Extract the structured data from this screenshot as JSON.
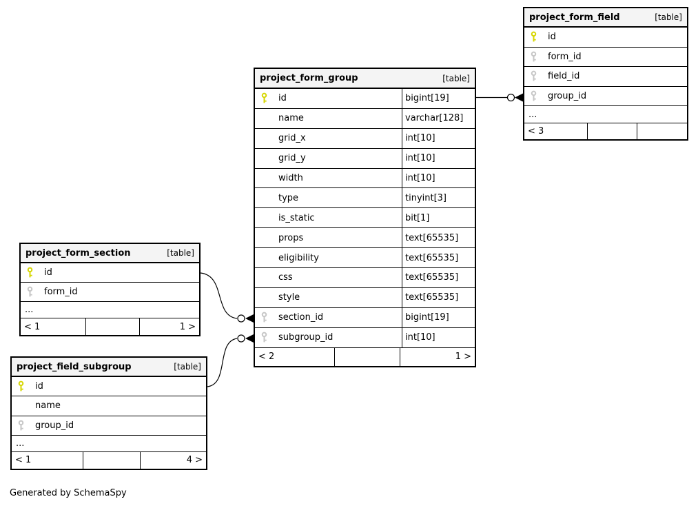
{
  "note": "Generated by SchemaSpy",
  "colors": {
    "primary_key": "#d6d600",
    "foreign_key": "#c6c6c6",
    "header_bg": "#f4f4f4",
    "border": "#000000",
    "background": "#ffffff"
  },
  "tables": [
    {
      "title": "project_form_field",
      "badge": "[table]",
      "columns": [
        {
          "name": "id",
          "key": "primary"
        },
        {
          "name": "form_id",
          "key": "foreign"
        },
        {
          "name": "field_id",
          "key": "foreign"
        },
        {
          "name": "group_id",
          "key": "foreign"
        }
      ],
      "ellipsis": "...",
      "footer": {
        "left": "< 3",
        "mid": "",
        "right": ""
      }
    },
    {
      "title": "project_form_group",
      "badge": "[table]",
      "columns": [
        {
          "name": "id",
          "key": "primary",
          "type": "bigint[19]"
        },
        {
          "name": "name",
          "key": "",
          "type": "varchar[128]"
        },
        {
          "name": "grid_x",
          "key": "",
          "type": "int[10]"
        },
        {
          "name": "grid_y",
          "key": "",
          "type": "int[10]"
        },
        {
          "name": "width",
          "key": "",
          "type": "int[10]"
        },
        {
          "name": "type",
          "key": "",
          "type": "tinyint[3]"
        },
        {
          "name": "is_static",
          "key": "",
          "type": "bit[1]"
        },
        {
          "name": "props",
          "key": "",
          "type": "text[65535]"
        },
        {
          "name": "eligibility",
          "key": "",
          "type": "text[65535]"
        },
        {
          "name": "css",
          "key": "",
          "type": "text[65535]"
        },
        {
          "name": "style",
          "key": "",
          "type": "text[65535]"
        },
        {
          "name": "section_id",
          "key": "foreign",
          "type": "bigint[19]"
        },
        {
          "name": "subgroup_id",
          "key": "foreign",
          "type": "int[10]"
        }
      ],
      "ellipsis": "",
      "footer": {
        "left": "< 2",
        "mid": "",
        "right": "1 >"
      }
    },
    {
      "title": "project_form_section",
      "badge": "[table]",
      "columns": [
        {
          "name": "id",
          "key": "primary"
        },
        {
          "name": "form_id",
          "key": "foreign"
        }
      ],
      "ellipsis": "...",
      "footer": {
        "left": "< 1",
        "mid": "",
        "right": "1 >"
      }
    },
    {
      "title": "project_field_subgroup",
      "badge": "[table]",
      "columns": [
        {
          "name": "id",
          "key": "primary"
        },
        {
          "name": "name",
          "key": ""
        },
        {
          "name": "group_id",
          "key": "foreign"
        }
      ],
      "ellipsis": "...",
      "footer": {
        "left": "< 1",
        "mid": "",
        "right": "4 >"
      }
    }
  ],
  "relationships": [
    {
      "from": "project_form_group.id",
      "to": "project_form_field.group_id"
    },
    {
      "from": "project_form_section.id",
      "to": "project_form_group.section_id"
    },
    {
      "from": "project_field_subgroup.id",
      "to": "project_form_group.subgroup_id"
    }
  ]
}
